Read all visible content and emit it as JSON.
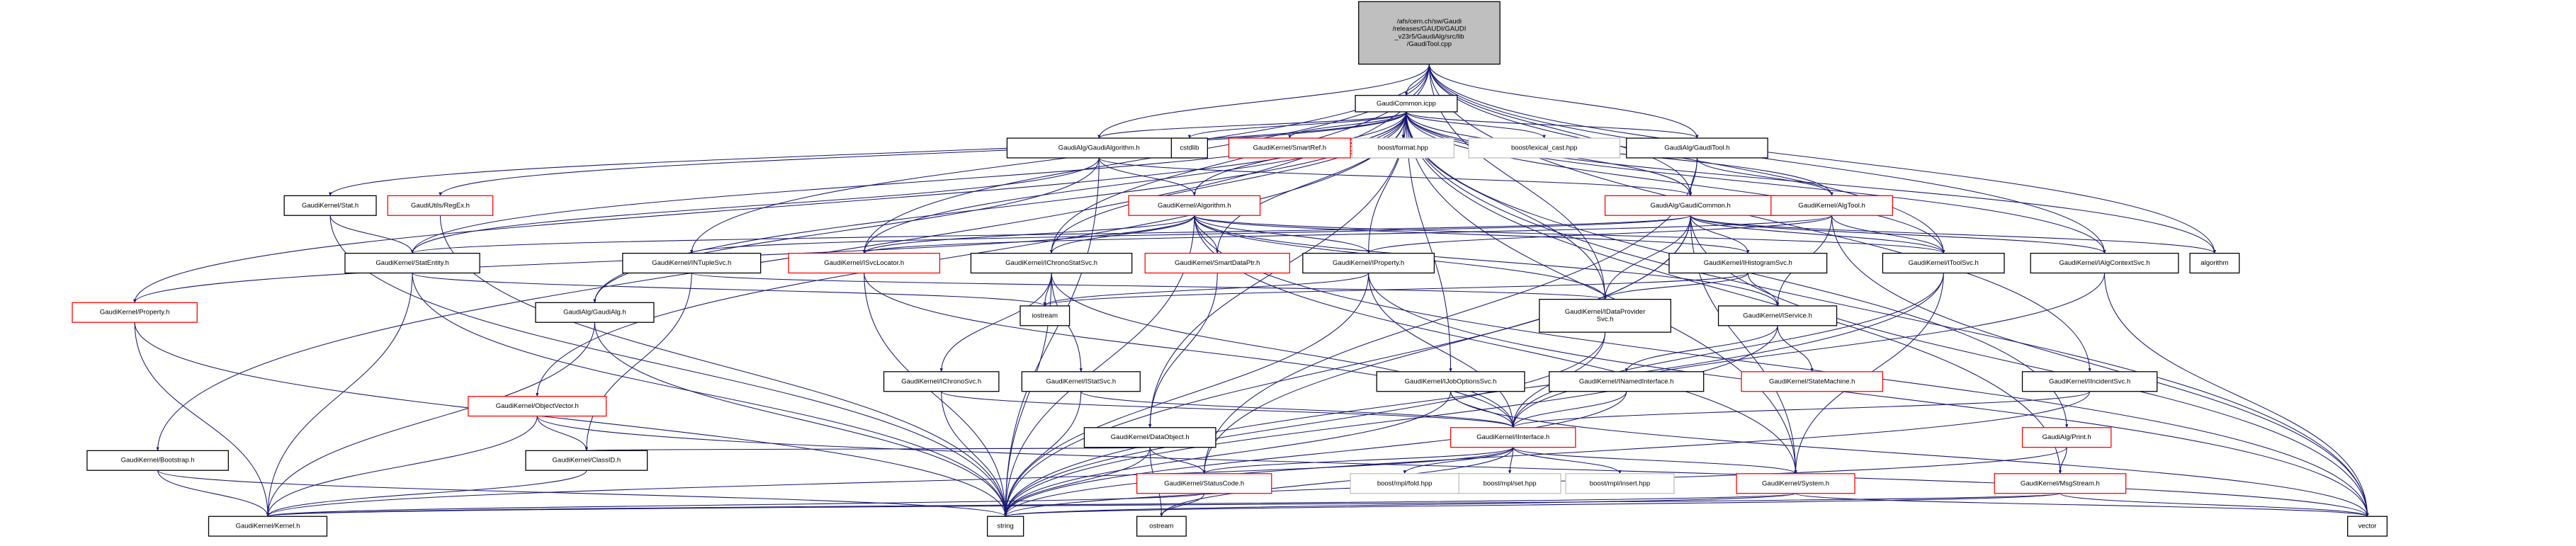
{
  "title": "Include dependency graph for GaudiTool.cpp",
  "colors": {
    "edge": "#191970",
    "root_fill": "#bfbfbf",
    "missing_border": "#ff0000",
    "external_border": "#bfbfbf",
    "normal_border": "#000000"
  },
  "nodes": [
    {
      "id": "root",
      "lines": [
        "/afs/cern.ch/sw/Gaudi",
        "/releases/GAUDI/GAUDI",
        "_v23r5/GaudiAlg/src/lib",
        "/GaudiTool.cpp"
      ],
      "style": "root"
    },
    {
      "id": "gcicpp",
      "lines": [
        "GaudiCommon.icpp"
      ],
      "style": "normal"
    },
    {
      "id": "galgo",
      "lines": [
        "GaudiAlg/GaudiAlgorithm.h"
      ],
      "style": "normal"
    },
    {
      "id": "cstdlib",
      "lines": [
        "cstdlib"
      ],
      "style": "normal"
    },
    {
      "id": "smartref",
      "lines": [
        "GaudiKernel/SmartRef.h"
      ],
      "style": "red"
    },
    {
      "id": "bformat",
      "lines": [
        "boost/format.hpp"
      ],
      "style": "grey"
    },
    {
      "id": "blexcast",
      "lines": [
        "boost/lexical_cast.hpp"
      ],
      "style": "grey"
    },
    {
      "id": "gtool",
      "lines": [
        "GaudiAlg/GaudiTool.h"
      ],
      "style": "normal"
    },
    {
      "id": "stat",
      "lines": [
        "GaudiKernel/Stat.h"
      ],
      "style": "normal"
    },
    {
      "id": "regex",
      "lines": [
        "GaudiUtils/RegEx.h"
      ],
      "style": "red"
    },
    {
      "id": "algorithm_h",
      "lines": [
        "GaudiKernel/Algorithm.h"
      ],
      "style": "red"
    },
    {
      "id": "gcommon",
      "lines": [
        "GaudiAlg/GaudiCommon.h"
      ],
      "style": "red"
    },
    {
      "id": "algtool",
      "lines": [
        "GaudiKernel/AlgTool.h"
      ],
      "style": "red"
    },
    {
      "id": "statentity",
      "lines": [
        "GaudiKernel/StatEntity.h"
      ],
      "style": "normal"
    },
    {
      "id": "ntuplesvc",
      "lines": [
        "GaudiKernel/INTupleSvc.h"
      ],
      "style": "normal"
    },
    {
      "id": "svclocator",
      "lines": [
        "GaudiKernel/ISvcLocator.h"
      ],
      "style": "red"
    },
    {
      "id": "chronostat",
      "lines": [
        "GaudiKernel/IChronoStatSvc.h"
      ],
      "style": "normal"
    },
    {
      "id": "smartdataptr",
      "lines": [
        "GaudiKernel/SmartDataPtr.h"
      ],
      "style": "red"
    },
    {
      "id": "iproperty",
      "lines": [
        "GaudiKernel/IProperty.h"
      ],
      "style": "normal"
    },
    {
      "id": "ihisto",
      "lines": [
        "GaudiKernel/IHistogramSvc.h"
      ],
      "style": "normal"
    },
    {
      "id": "itoolsvc",
      "lines": [
        "GaudiKernel/IToolSvc.h"
      ],
      "style": "normal"
    },
    {
      "id": "ialgctx",
      "lines": [
        "GaudiKernel/IAlgContextSvc.h"
      ],
      "style": "normal"
    },
    {
      "id": "algorithm",
      "lines": [
        "algorithm"
      ],
      "style": "normal"
    },
    {
      "id": "property",
      "lines": [
        "GaudiKernel/Property.h"
      ],
      "style": "red"
    },
    {
      "id": "gaudialg",
      "lines": [
        "GaudiAlg/GaudiAlg.h"
      ],
      "style": "normal"
    },
    {
      "id": "iostream",
      "lines": [
        "iostream"
      ],
      "style": "normal"
    },
    {
      "id": "idataprov",
      "lines": [
        "GaudiKernel/IDataProvider",
        "Svc.h"
      ],
      "style": "normal"
    },
    {
      "id": "iservice",
      "lines": [
        "GaudiKernel/IService.h"
      ],
      "style": "normal"
    },
    {
      "id": "ichrono",
      "lines": [
        "GaudiKernel/IChronoSvc.h"
      ],
      "style": "normal"
    },
    {
      "id": "istatsvc",
      "lines": [
        "GaudiKernel/IStatSvc.h"
      ],
      "style": "normal"
    },
    {
      "id": "ijobopt",
      "lines": [
        "GaudiKernel/IJobOptionsSvc.h"
      ],
      "style": "normal"
    },
    {
      "id": "inamed",
      "lines": [
        "GaudiKernel/INamedInterface.h"
      ],
      "style": "normal"
    },
    {
      "id": "statemachine",
      "lines": [
        "GaudiKernel/StateMachine.h"
      ],
      "style": "red"
    },
    {
      "id": "iincident",
      "lines": [
        "GaudiKernel/IIncidentSvc.h"
      ],
      "style": "normal"
    },
    {
      "id": "objvector",
      "lines": [
        "GaudiKernel/ObjectVector.h"
      ],
      "style": "red"
    },
    {
      "id": "dataobject",
      "lines": [
        "GaudiKernel/DataObject.h"
      ],
      "style": "normal"
    },
    {
      "id": "iinterface",
      "lines": [
        "GaudiKernel/IInterface.h"
      ],
      "style": "red"
    },
    {
      "id": "print",
      "lines": [
        "GaudiAlg/Print.h"
      ],
      "style": "red"
    },
    {
      "id": "bootstrap",
      "lines": [
        "GaudiKernel/Bootstrap.h"
      ],
      "style": "normal"
    },
    {
      "id": "classid",
      "lines": [
        "GaudiKernel/ClassID.h"
      ],
      "style": "normal"
    },
    {
      "id": "statuscode",
      "lines": [
        "GaudiKernel/StatusCode.h"
      ],
      "style": "red"
    },
    {
      "id": "mplfold",
      "lines": [
        "boost/mpl/fold.hpp"
      ],
      "style": "grey"
    },
    {
      "id": "mplset",
      "lines": [
        "boost/mpl/set.hpp"
      ],
      "style": "grey"
    },
    {
      "id": "mplinsert",
      "lines": [
        "boost/mpl/insert.hpp"
      ],
      "style": "grey"
    },
    {
      "id": "system",
      "lines": [
        "GaudiKernel/System.h"
      ],
      "style": "red"
    },
    {
      "id": "msgstream",
      "lines": [
        "GaudiKernel/MsgStream.h"
      ],
      "style": "red"
    },
    {
      "id": "kernel",
      "lines": [
        "GaudiKernel/Kernel.h"
      ],
      "style": "normal"
    },
    {
      "id": "string",
      "lines": [
        "string"
      ],
      "style": "normal"
    },
    {
      "id": "ostream",
      "lines": [
        "ostream"
      ],
      "style": "normal"
    },
    {
      "id": "vector",
      "lines": [
        "vector"
      ],
      "style": "normal"
    }
  ],
  "edges": [
    [
      "root",
      "gcicpp"
    ],
    [
      "root",
      "galgo"
    ],
    [
      "root",
      "gtool"
    ],
    [
      "root",
      "chronostat"
    ],
    [
      "root",
      "ntuplesvc"
    ],
    [
      "root",
      "svclocator"
    ],
    [
      "root",
      "itoolsvc"
    ],
    [
      "root",
      "ialgctx"
    ],
    [
      "root",
      "idataprov"
    ],
    [
      "root",
      "bootstrap"
    ],
    [
      "root",
      "iincident"
    ],
    [
      "root",
      "algorithm"
    ],
    [
      "root",
      "gcommon"
    ],
    [
      "gcicpp",
      "galgo"
    ],
    [
      "gcicpp",
      "cstdlib"
    ],
    [
      "gcicpp",
      "smartref"
    ],
    [
      "gcicpp",
      "bformat"
    ],
    [
      "gcicpp",
      "blexcast"
    ],
    [
      "gcicpp",
      "gtool"
    ],
    [
      "gcicpp",
      "stat"
    ],
    [
      "gcicpp",
      "regex"
    ],
    [
      "gcicpp",
      "algorithm_h"
    ],
    [
      "gcicpp",
      "gcommon"
    ],
    [
      "gcicpp",
      "algtool"
    ],
    [
      "gcicpp",
      "statentity"
    ],
    [
      "gcicpp",
      "svclocator"
    ],
    [
      "gcicpp",
      "chronostat"
    ],
    [
      "gcicpp",
      "smartdataptr"
    ],
    [
      "gcicpp",
      "iproperty"
    ],
    [
      "gcicpp",
      "itoolsvc"
    ],
    [
      "gcicpp",
      "ialgctx"
    ],
    [
      "gcicpp",
      "algorithm"
    ],
    [
      "gcicpp",
      "property"
    ],
    [
      "gcicpp",
      "gaudialg"
    ],
    [
      "gcicpp",
      "idataprov"
    ],
    [
      "gcicpp",
      "ijobopt"
    ],
    [
      "gcicpp",
      "objvector"
    ],
    [
      "gcicpp",
      "dataobject"
    ],
    [
      "gcicpp",
      "print"
    ],
    [
      "gcicpp",
      "system"
    ],
    [
      "gcicpp",
      "msgstream"
    ],
    [
      "gcicpp",
      "vector"
    ],
    [
      "galgo",
      "algorithm_h"
    ],
    [
      "galgo",
      "gcommon"
    ],
    [
      "galgo",
      "gaudialg"
    ],
    [
      "galgo",
      "statentity"
    ],
    [
      "galgo",
      "string"
    ],
    [
      "gtool",
      "gcommon"
    ],
    [
      "gtool",
      "algtool"
    ],
    [
      "gtool",
      "statuscode"
    ],
    [
      "stat",
      "statentity"
    ],
    [
      "stat",
      "string"
    ],
    [
      "regex",
      "string"
    ],
    [
      "algorithm_h",
      "iproperty"
    ],
    [
      "algorithm_h",
      "chronostat"
    ],
    [
      "algorithm_h",
      "svclocator"
    ],
    [
      "algorithm_h",
      "smartdataptr"
    ],
    [
      "algorithm_h",
      "property"
    ],
    [
      "algorithm_h",
      "idataprov"
    ],
    [
      "algorithm_h",
      "iservice"
    ],
    [
      "algorithm_h",
      "ihisto"
    ],
    [
      "algorithm_h",
      "itoolsvc"
    ],
    [
      "algorithm_h",
      "system"
    ],
    [
      "algorithm_h",
      "string"
    ],
    [
      "algorithm_h",
      "vector"
    ],
    [
      "gcommon",
      "statentity"
    ],
    [
      "gcommon",
      "ntuplesvc"
    ],
    [
      "gcommon",
      "ihisto"
    ],
    [
      "gcommon",
      "itoolsvc"
    ],
    [
      "gcommon",
      "ialgctx"
    ],
    [
      "gcommon",
      "idataprov"
    ],
    [
      "gcommon",
      "system"
    ],
    [
      "gcommon",
      "statuscode"
    ],
    [
      "gcommon",
      "algorithm"
    ],
    [
      "gcommon",
      "vector"
    ],
    [
      "gcommon",
      "string"
    ],
    [
      "algtool",
      "iproperty"
    ],
    [
      "algtool",
      "itoolsvc"
    ],
    [
      "algtool",
      "iservice"
    ],
    [
      "algtool",
      "svclocator"
    ],
    [
      "algtool",
      "vector"
    ],
    [
      "statentity",
      "iostream"
    ],
    [
      "statentity",
      "string"
    ],
    [
      "statentity",
      "kernel"
    ],
    [
      "ntuplesvc",
      "idataprov"
    ],
    [
      "ntuplesvc",
      "classid"
    ],
    [
      "svclocator",
      "iinterface"
    ],
    [
      "svclocator",
      "string"
    ],
    [
      "chronostat",
      "ichrono"
    ],
    [
      "chronostat",
      "istatsvc"
    ],
    [
      "chronostat",
      "iinterface"
    ],
    [
      "chronostat",
      "iostream"
    ],
    [
      "chronostat",
      "string"
    ],
    [
      "smartdataptr",
      "dataobject"
    ],
    [
      "iproperty",
      "iinterface"
    ],
    [
      "iproperty",
      "iostream"
    ],
    [
      "iproperty",
      "string"
    ],
    [
      "iproperty",
      "vector"
    ],
    [
      "ihisto",
      "idataprov"
    ],
    [
      "ihisto",
      "iservice"
    ],
    [
      "ihisto",
      "iostream"
    ],
    [
      "itoolsvc",
      "iinterface"
    ],
    [
      "itoolsvc",
      "system"
    ],
    [
      "itoolsvc",
      "string"
    ],
    [
      "ialgctx",
      "iinterface"
    ],
    [
      "ialgctx",
      "vector"
    ],
    [
      "property",
      "kernel"
    ],
    [
      "property",
      "string"
    ],
    [
      "gaudialg",
      "kernel"
    ],
    [
      "gaudialg",
      "string"
    ],
    [
      "idataprov",
      "iinterface"
    ],
    [
      "idataprov",
      "string"
    ],
    [
      "iservice",
      "inamed"
    ],
    [
      "iservice",
      "statemachine"
    ],
    [
      "iservice",
      "string"
    ],
    [
      "ichrono",
      "iinterface"
    ],
    [
      "ichrono",
      "string"
    ],
    [
      "istatsvc",
      "iinterface"
    ],
    [
      "istatsvc",
      "string"
    ],
    [
      "ijobopt",
      "iinterface"
    ],
    [
      "ijobopt",
      "string"
    ],
    [
      "ijobopt",
      "vector"
    ],
    [
      "inamed",
      "iinterface"
    ],
    [
      "inamed",
      "string"
    ],
    [
      "iincident",
      "iinterface"
    ],
    [
      "iincident",
      "string"
    ],
    [
      "objvector",
      "classid"
    ],
    [
      "objvector",
      "kernel"
    ],
    [
      "objvector",
      "vector"
    ],
    [
      "dataobject",
      "classid"
    ],
    [
      "dataobject",
      "statuscode"
    ],
    [
      "dataobject",
      "string"
    ],
    [
      "dataobject",
      "ostream"
    ],
    [
      "iinterface",
      "statuscode"
    ],
    [
      "iinterface",
      "mplfold"
    ],
    [
      "iinterface",
      "mplset"
    ],
    [
      "iinterface",
      "mplinsert"
    ],
    [
      "iinterface",
      "system"
    ],
    [
      "iinterface",
      "kernel"
    ],
    [
      "iinterface",
      "ostream"
    ],
    [
      "print",
      "msgstream"
    ],
    [
      "print",
      "string"
    ],
    [
      "bootstrap",
      "kernel"
    ],
    [
      "bootstrap",
      "string"
    ],
    [
      "classid",
      "kernel"
    ],
    [
      "statuscode",
      "ostream"
    ],
    [
      "statuscode",
      "kernel"
    ],
    [
      "system",
      "kernel"
    ],
    [
      "system",
      "string"
    ],
    [
      "system",
      "vector"
    ],
    [
      "msgstream",
      "string"
    ],
    [
      "msgstream",
      "vector"
    ],
    [
      "msgstream",
      "kernel"
    ]
  ]
}
